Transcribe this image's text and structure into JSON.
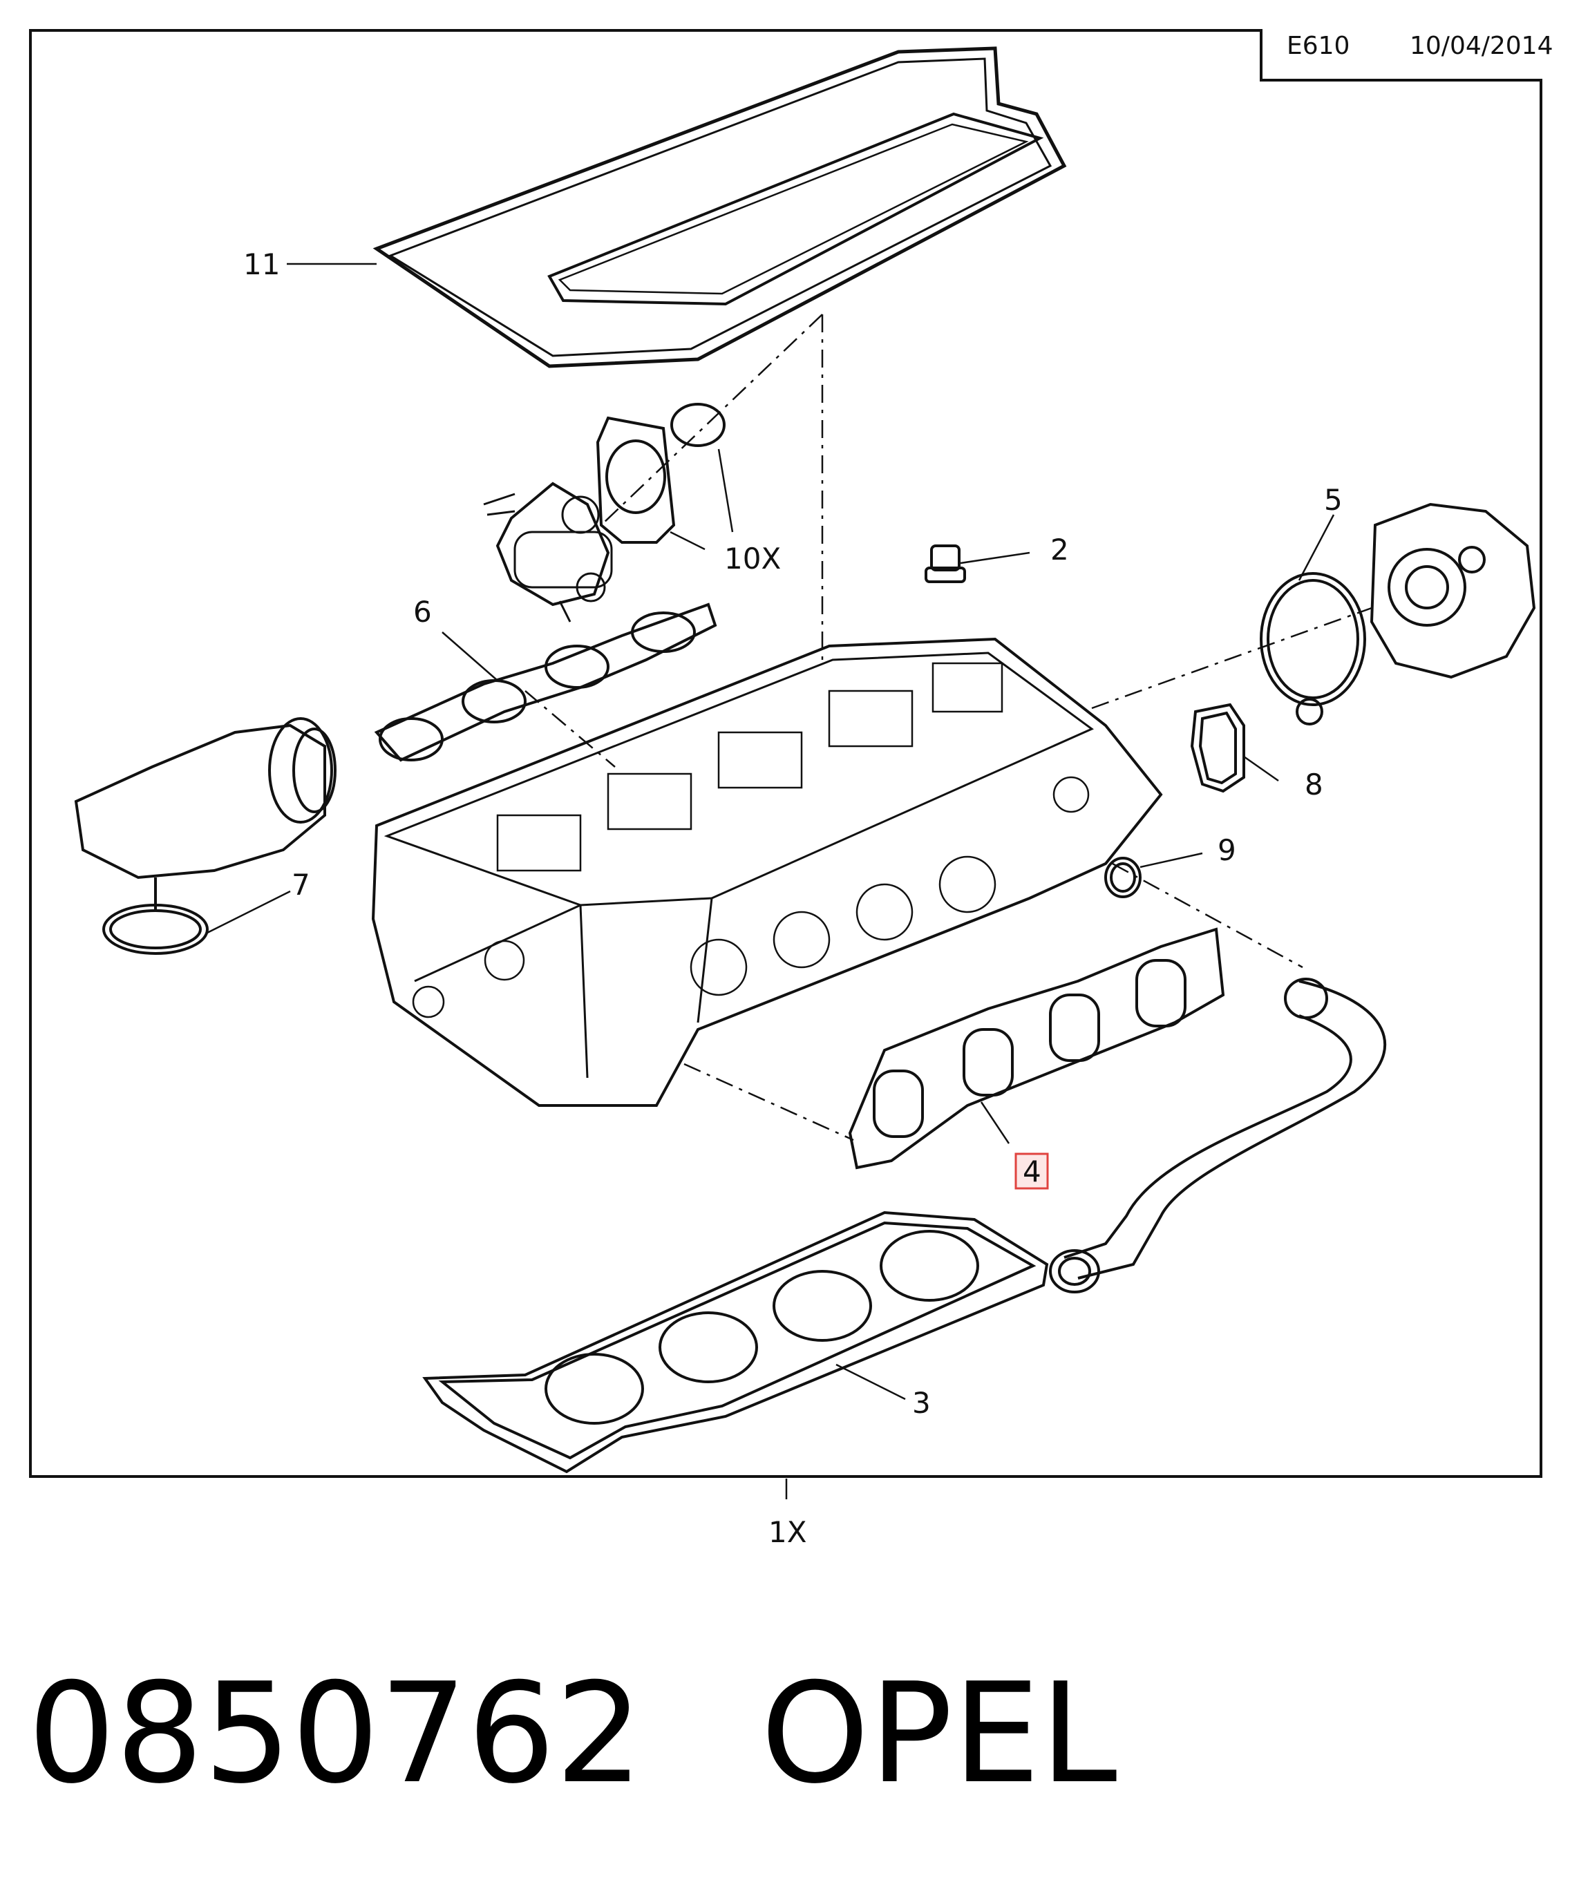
{
  "header": {
    "code": "E610",
    "date": "10/04/2014"
  },
  "callouts": [
    {
      "id": "c11",
      "label": "11"
    },
    {
      "id": "c10x",
      "label": "10X"
    },
    {
      "id": "c2",
      "label": "2"
    },
    {
      "id": "c5",
      "label": "5"
    },
    {
      "id": "c6",
      "label": "6"
    },
    {
      "id": "c7",
      "label": "7"
    },
    {
      "id": "c8",
      "label": "8"
    },
    {
      "id": "c9",
      "label": "9"
    },
    {
      "id": "c4",
      "label": "4",
      "highlighted": true
    },
    {
      "id": "c3",
      "label": "3"
    }
  ],
  "kit_label": "1X",
  "footer": {
    "part_number": "0850762",
    "brand": "OPEL"
  },
  "colors": {
    "line": "#111111",
    "highlight_border": "#e0433f",
    "highlight_fill": "#fde7e6"
  }
}
